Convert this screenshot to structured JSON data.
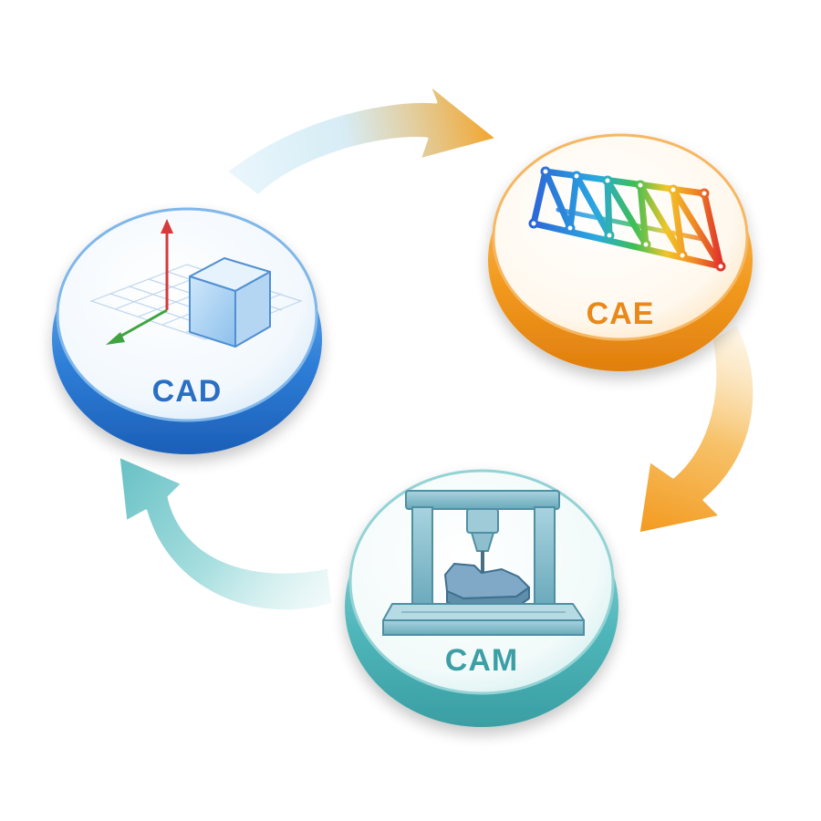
{
  "diagram": {
    "type": "cycle",
    "nodes": [
      {
        "id": "cad",
        "label": "CAD",
        "icon": "cube-with-axes-icon",
        "color": "#2f7fd8"
      },
      {
        "id": "cae",
        "label": "CAE",
        "icon": "truss-bridge-stress-icon",
        "color": "#f29a1f"
      },
      {
        "id": "cam",
        "label": "CAM",
        "icon": "cnc-milling-machine-icon",
        "color": "#3fb0b5"
      }
    ],
    "edges": [
      {
        "from": "cad",
        "to": "cae"
      },
      {
        "from": "cae",
        "to": "cam"
      },
      {
        "from": "cam",
        "to": "cad"
      }
    ]
  }
}
